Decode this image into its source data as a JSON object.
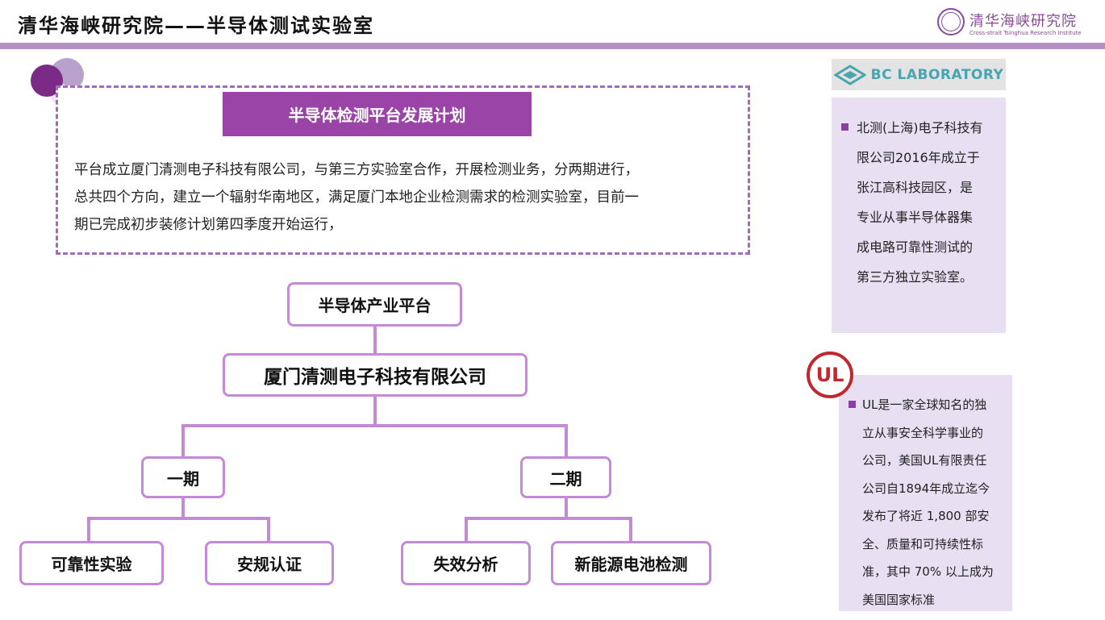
{
  "header": {
    "title": "清华海峡研究院——半导体测试实验室",
    "logo_cn": "清华海峡研究院",
    "logo_en": "Cross-strait Tsinghua Research Institute"
  },
  "plan": {
    "heading": "半导体检测平台发展计划",
    "lines": [
      "平台成立厦门清测电子科技有限公司，与第三方实验室合作，开展检测业务，分两期进行，",
      "总共四个方向，建立一个辐射华南地区，满足厦门本地企业检测需求的检测实验室，目前一",
      "期已完成初步装修计划第四季度开始运行，"
    ]
  },
  "org": {
    "root": "半导体产业平台",
    "company": "厦门清测电子科技有限公司",
    "phase1": "一期",
    "phase2": "二期",
    "p1a": "可靠性实验",
    "p1b": "安规认证",
    "p2a": "失效分析",
    "p2b": "新能源电池检测"
  },
  "bc": {
    "logo_text": "BC LABORATORY",
    "lines": [
      "北测(上海)电子科技有",
      "限公司2016年成立于",
      "张江高科技园区，是",
      "专业从事半导体器集",
      "成电路可靠性测试的",
      "第三方独立实验室。"
    ]
  },
  "ul": {
    "logo_text": "UL",
    "lines": [
      "UL是一家全球知名的独",
      "立从事安全科学事业的",
      "公司，美国UL有限责任",
      "公司自1894年成立迄今",
      "发布了将近 1,800 部安",
      "全、质量和可持续性标",
      "准，其中 70% 以上成为",
      "美国国家标准"
    ]
  },
  "colors": {
    "accent": "#9a44a8",
    "node_border": "#c58ad6",
    "header_bar": "#b590c8",
    "panel_bg": "#e8e0f2",
    "ul_red": "#c0282d",
    "bc_teal": "#4aa4b0"
  },
  "icons": [
    "tsinghua-seal-icon",
    "bc-chip-icon",
    "ul-logo-icon"
  ]
}
